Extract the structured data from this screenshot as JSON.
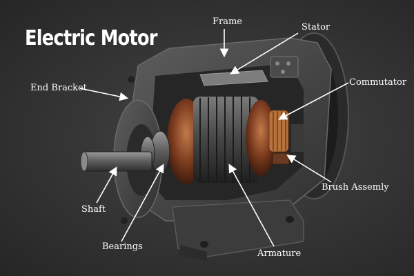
{
  "title": "Electric Motor",
  "labels": {
    "frame": "Frame",
    "stator": "Stator",
    "commutator": "Commutator",
    "end_bracket": "End Bracket",
    "brush_assembly": "Brush Assemly",
    "shaft": "Shaft",
    "bearings": "Bearings",
    "armature": "Armature"
  },
  "colors": {
    "background": "#333333",
    "housing": "#4a4a4a",
    "copper_windings": "#8a4a2a",
    "label_text": "#ffffff"
  }
}
